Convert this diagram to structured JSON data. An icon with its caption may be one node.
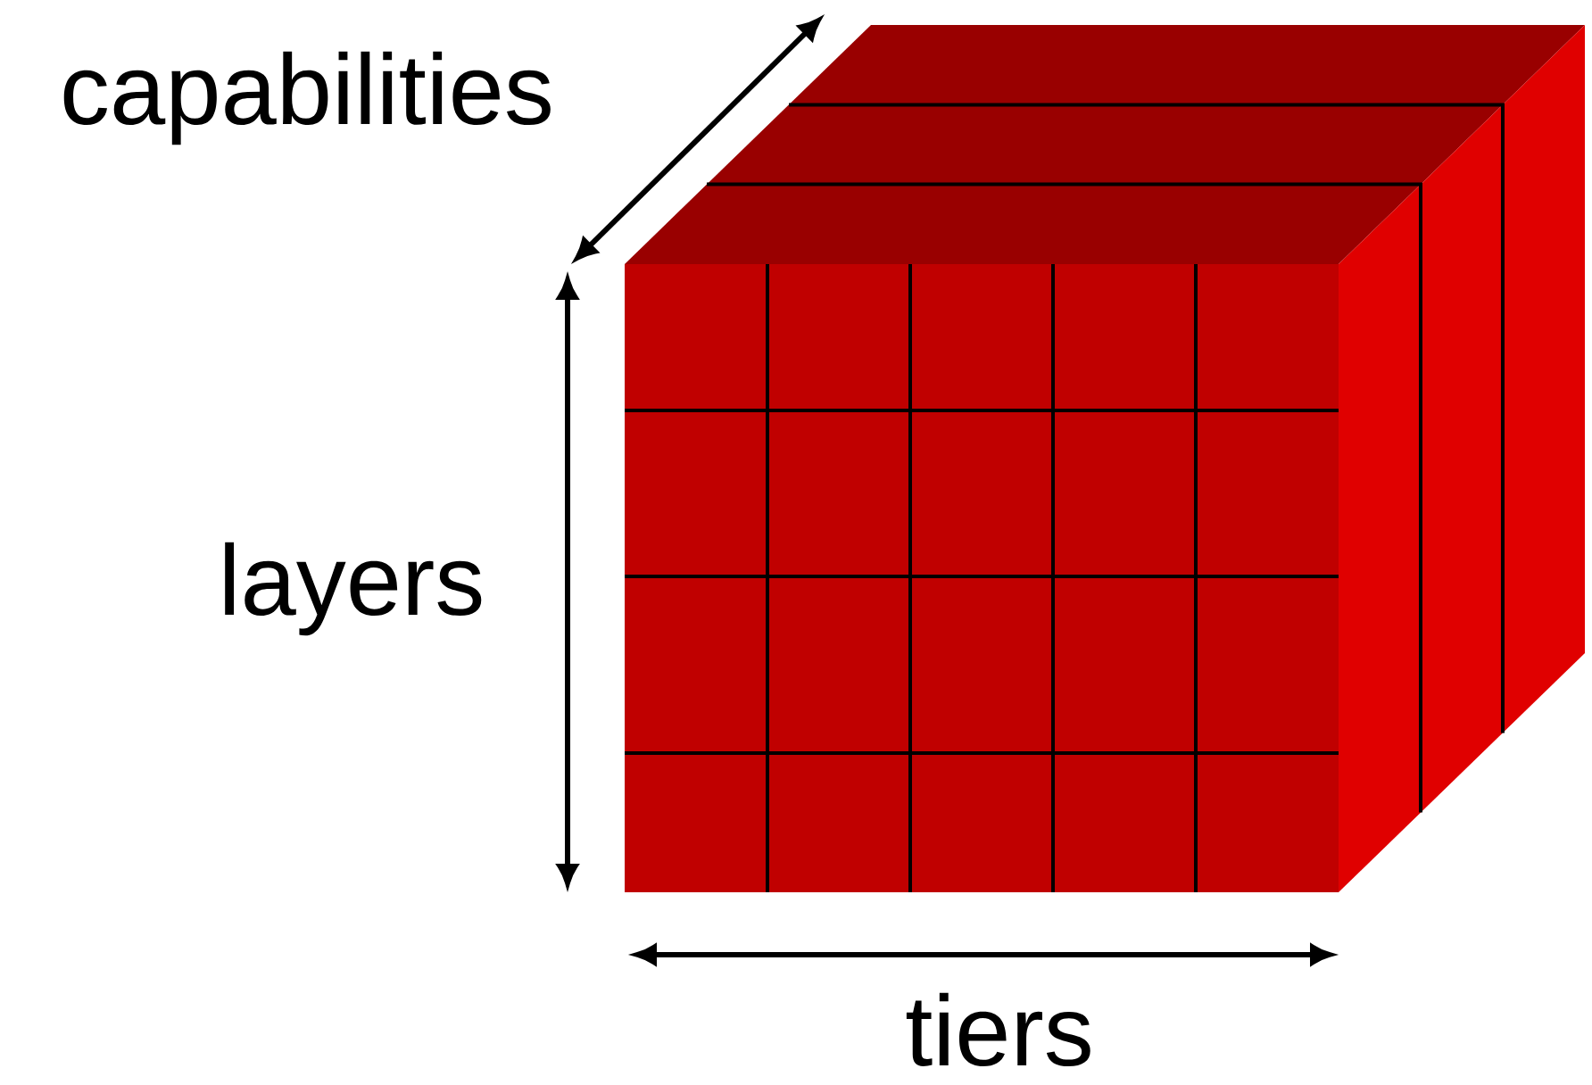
{
  "diagram": {
    "labels": [
      "capabilities",
      "layers",
      "tiers"
    ]
  }
}
